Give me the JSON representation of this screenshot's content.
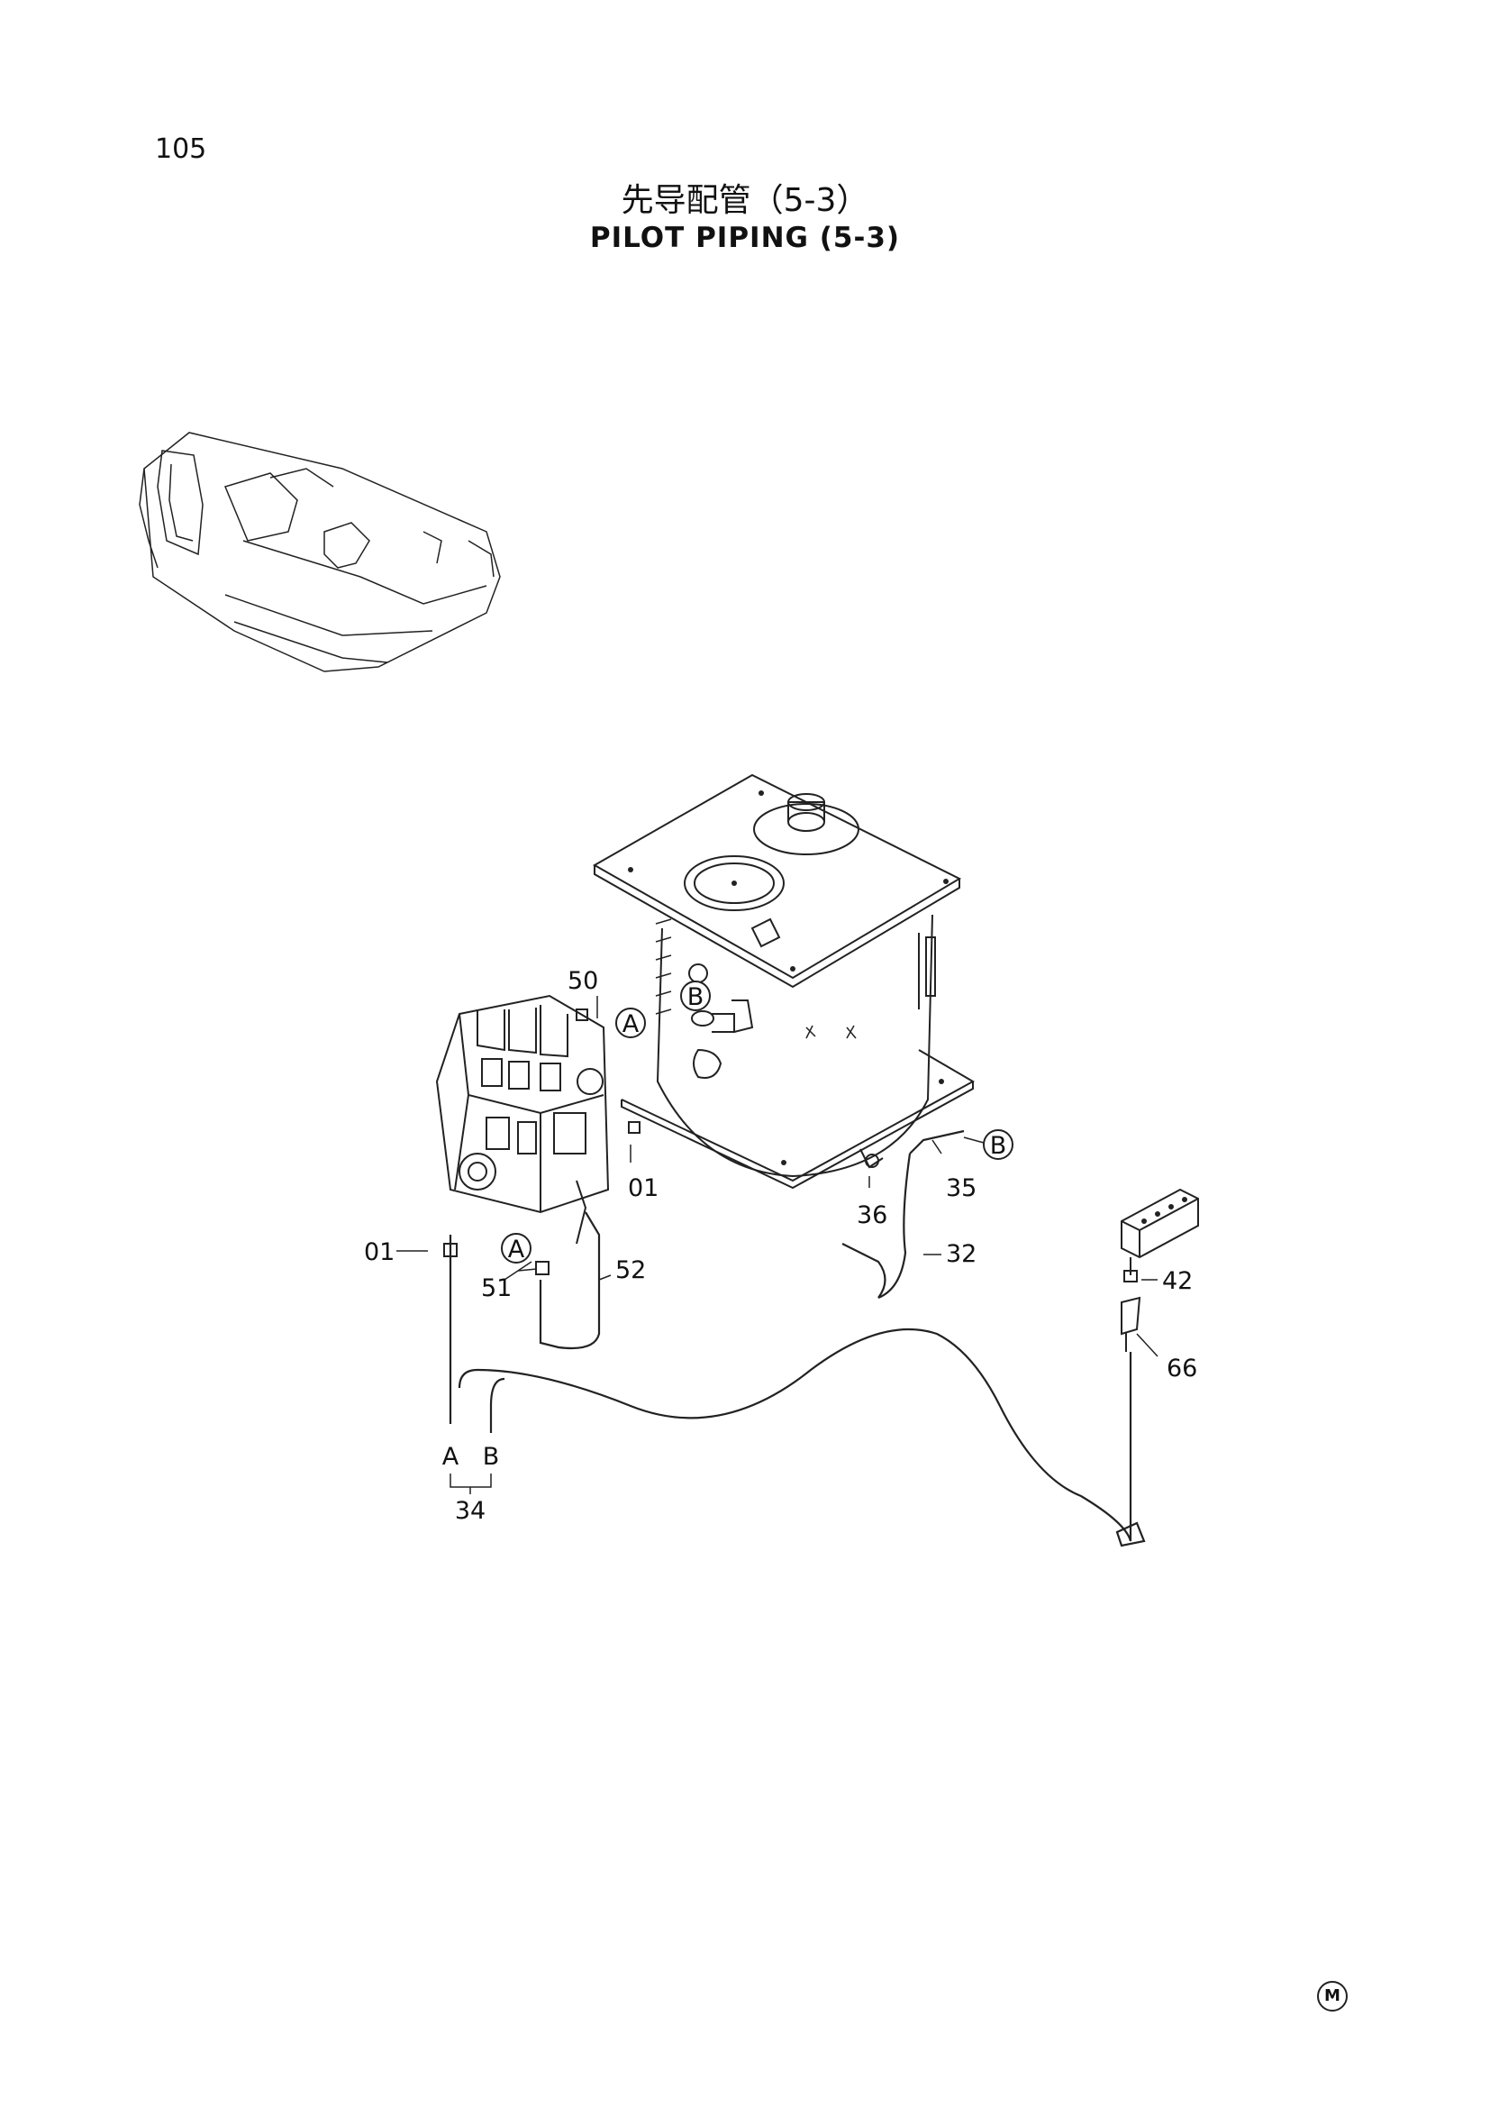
{
  "header": {
    "page_number": "105",
    "title_cn": "先导配管（5-3）",
    "title_en": "PILOT PIPING (5-3)"
  },
  "callouts": {
    "c50": "50",
    "cA_top": "A",
    "cB_top": "B",
    "cB_right": "B",
    "c01_right": "01",
    "c01_left": "01",
    "cA_lower": "A",
    "c51": "51",
    "c52": "52",
    "c36": "36",
    "c35": "35",
    "c32": "32",
    "c42": "42",
    "c66": "66",
    "cA_end": "A",
    "cB_end": "B",
    "c34": "34"
  },
  "footer": {
    "mark": "M"
  }
}
